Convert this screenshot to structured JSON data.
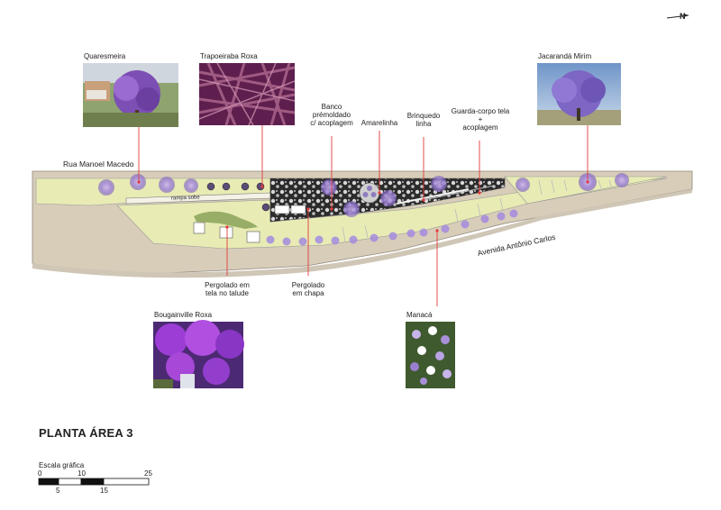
{
  "title": "PLANTA ÁREA 3",
  "north_label": "N",
  "streets": {
    "top": "Rua Manoel Macedo",
    "bottom": "Avenida Antônio Carlos",
    "ramp": "rampa sobe"
  },
  "plants": {
    "quaresmeira": "Quaresmeira",
    "trapoeiraba": "Trapoeiraba Roxa",
    "jacaranda": "Jacarandá Mirim",
    "bougainville": "Bougainville Roxa",
    "manaca": "Manacá"
  },
  "features": {
    "banco": "Banco\nprémoldado\nc/ acoplagem",
    "amarelinha": "Amarelinha",
    "brinquedo": "Brinquedo\nlinha",
    "guarda": "Guarda-corpo tela\n+\nacoplagem",
    "pergolado_tela": "Pergolado em\ntela no talude",
    "pergolado_chapa": "Pergolado\nem chapa"
  },
  "scale": {
    "label": "Escala gráfica",
    "ticks_top": [
      "0",
      "10",
      "25"
    ],
    "ticks_bottom": [
      "5",
      "15"
    ]
  },
  "colors": {
    "accent_red": "#e23b3b",
    "lawn": "#e8ebb4",
    "sidewalk": "#d8cdb9",
    "flower": "#9b6bd6"
  }
}
